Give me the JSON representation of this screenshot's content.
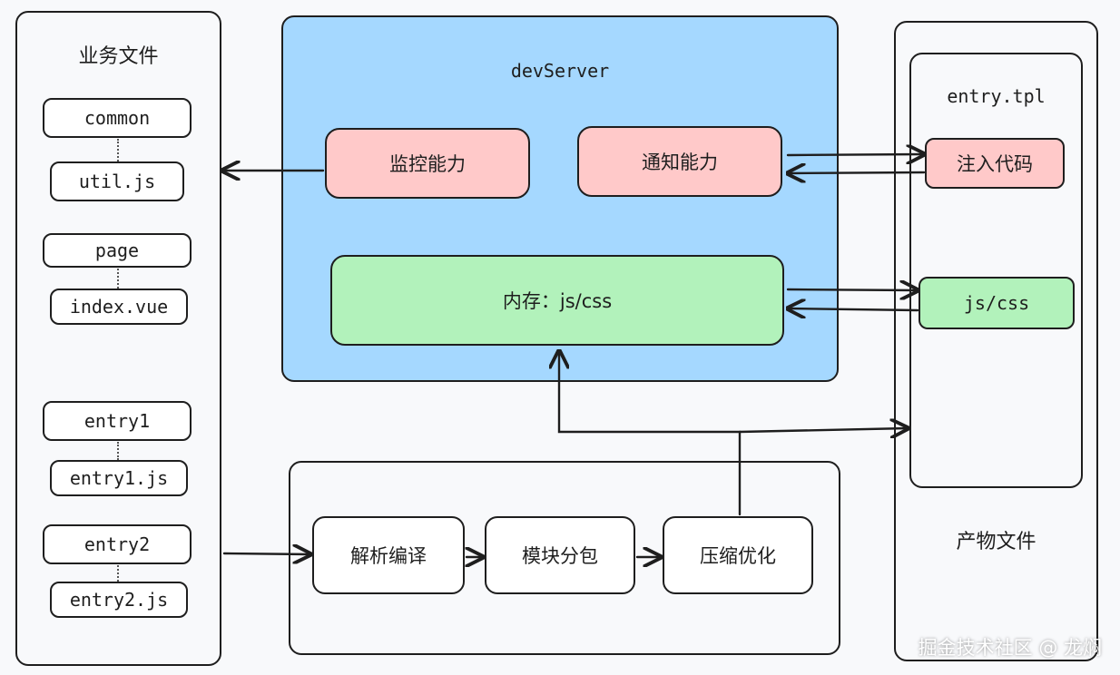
{
  "business_files": {
    "title": "业务文件",
    "items": [
      "common",
      "util.js",
      "page",
      "index.vue",
      "entry1",
      "entry1.js",
      "entry2",
      "entry2.js"
    ]
  },
  "dev_server": {
    "title": "devServer",
    "monitor": "监控能力",
    "notify": "通知能力",
    "memory": "内存：js/css"
  },
  "build_pipeline": {
    "steps": [
      "解析编译",
      "模块分包",
      "压缩优化"
    ]
  },
  "output_files": {
    "title": "产物文件",
    "template": "entry.tpl",
    "inject": "注入代码",
    "assets": "js/css"
  },
  "watermark": "掘金技术社区 @ 龙焖",
  "colors": {
    "dev_server_fill": "#a5d8ff",
    "pink_fill": "#ffc9c9",
    "green_fill": "#b2f2bb",
    "stroke": "#1e1e1e"
  }
}
